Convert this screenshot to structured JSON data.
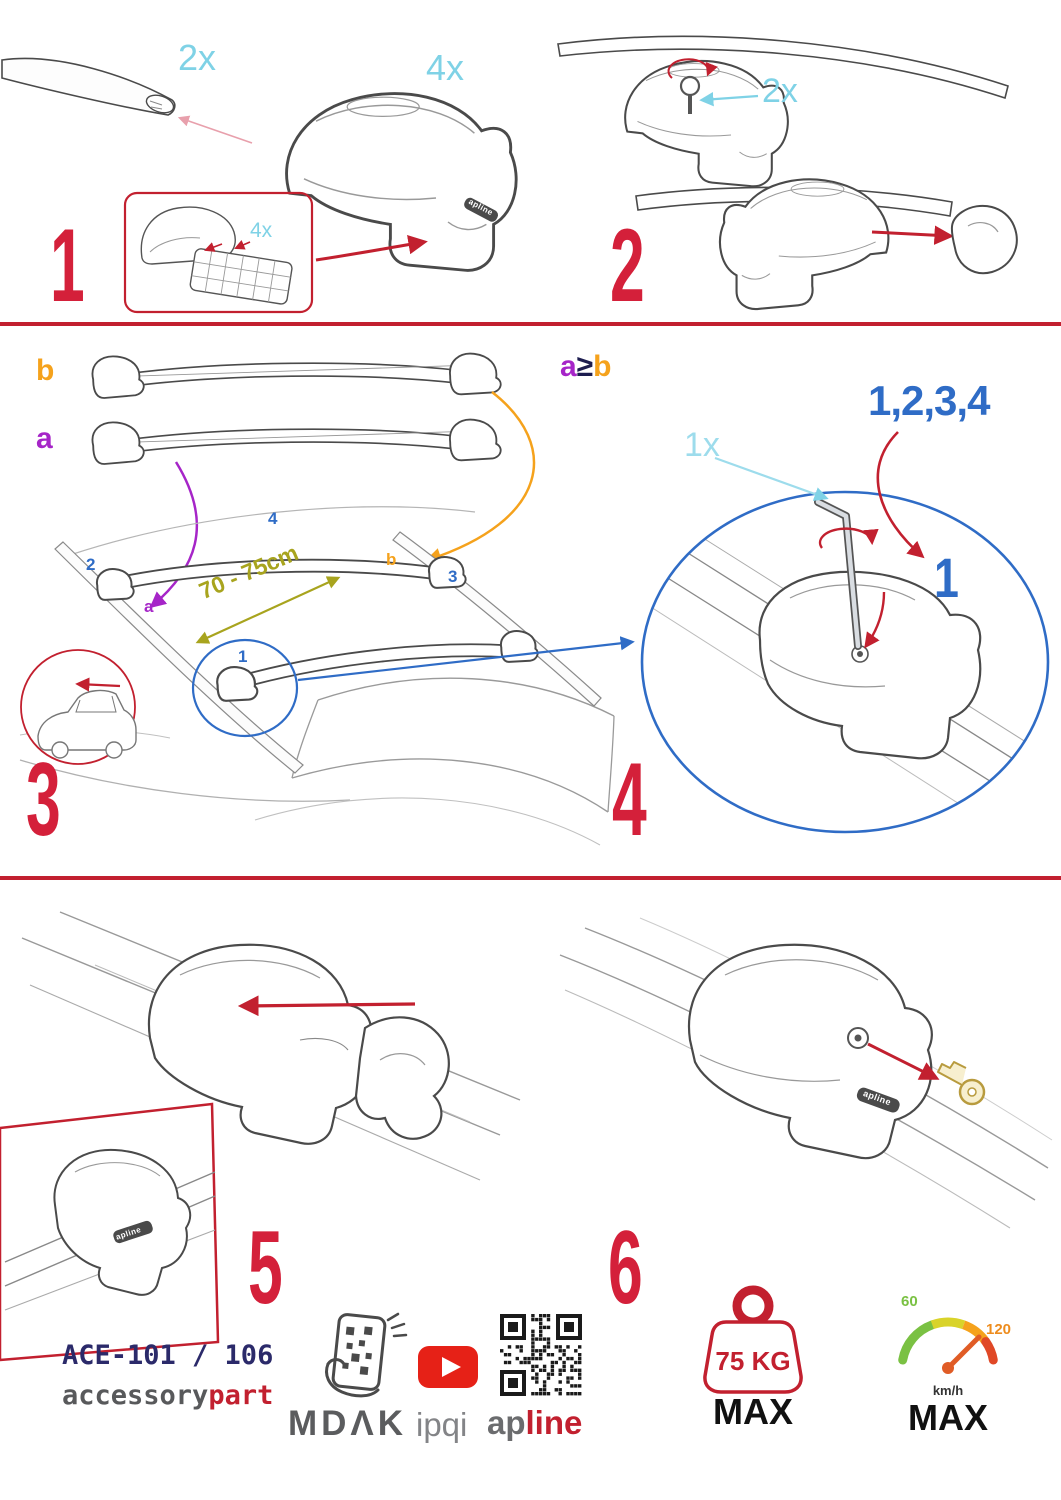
{
  "colors": {
    "red": "#c2202f",
    "numeral_red": "#d4203a",
    "cyan": "#7fd2e6",
    "light_cyan": "#9ddcec",
    "blue": "#2f6cc6",
    "purple": "#a625c8",
    "orange": "#f5a21c",
    "olive": "#a8a41e",
    "navy": "#2b2a6a",
    "gray": "#58595b",
    "green": "#7ac143",
    "youtube_red": "#e62117"
  },
  "step1": {
    "number": "1",
    "bar_qty": "2x",
    "foot_qty": "4x",
    "pad_qty": "4x",
    "foot_logo": "apline"
  },
  "step2": {
    "number": "2",
    "key_qty": "2x"
  },
  "step3": {
    "number": "3",
    "bar_b_label": "b",
    "bar_a_label": "a",
    "distance_label": "70 - 75cm",
    "markers": {
      "n2": "2",
      "n4": "4",
      "b": "b",
      "n3": "3",
      "a": "a",
      "n1": "1"
    }
  },
  "step4": {
    "number": "4",
    "rule_a": "a",
    "rule_op": "≥",
    "rule_b": "b",
    "sequence": "1,2,3,4",
    "key_qty": "1x",
    "first_foot": "1"
  },
  "step5": {
    "number": "5",
    "foot_logo": "apline"
  },
  "step6": {
    "number": "6",
    "foot_logo": "apline"
  },
  "footer": {
    "product_code": "ACE-101 / 106",
    "brand_part1": "accessory",
    "brand_part2": "part",
    "logo_mdak": "MDΛK",
    "logo_ipqi": "ipqi",
    "logo_apline_part1": "ap",
    "logo_apline_part2": "line",
    "weight_value": "75 KG",
    "weight_max": "MAX",
    "speed_low": "60",
    "speed_high": "120",
    "speed_unit": "km/h",
    "speed_max": "MAX"
  }
}
